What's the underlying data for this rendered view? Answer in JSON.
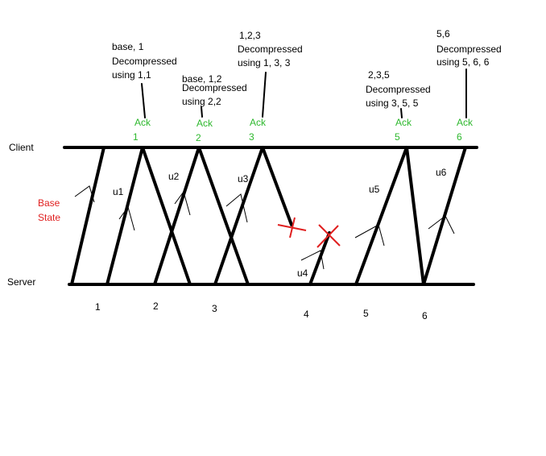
{
  "lanes": {
    "client": "Client",
    "server": "Server"
  },
  "base_state": {
    "line1": "Base",
    "line2": "State"
  },
  "server_ticks": [
    "1",
    "2",
    "3",
    "4",
    "5",
    "6"
  ],
  "acks": [
    {
      "label": "Ack",
      "num": "1"
    },
    {
      "label": "Ack",
      "num": "2"
    },
    {
      "label": "Ack",
      "num": "3"
    },
    {
      "label": "Ack",
      "num": "5"
    },
    {
      "label": "Ack",
      "num": "6"
    }
  ],
  "updates": [
    "u1",
    "u2",
    "u3",
    "u4",
    "u5",
    "u6"
  ],
  "notes": [
    {
      "line1": "base, 1",
      "line2": "Decompressed",
      "line3": "using 1,1"
    },
    {
      "line1": "base, 1,2",
      "line2": "Decompressed",
      "line3": "using 2,2"
    },
    {
      "line1": "1,2,3",
      "line2": "Decompressed",
      "line3": "using 1, 3, 3"
    },
    {
      "line1": "2,3,5",
      "line2": "Decompressed",
      "line3": "using 3, 5, 5"
    },
    {
      "line1": "5,6",
      "line2": "Decompressed",
      "line3": "using 5, 6, 6"
    }
  ],
  "colors": {
    "ack": "#2db82d",
    "base_state": "#e02020",
    "lost_marker": "#e02020"
  }
}
